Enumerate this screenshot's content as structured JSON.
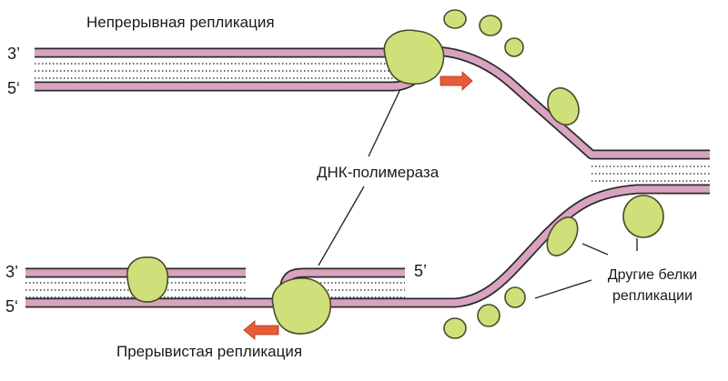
{
  "labels": {
    "continuous": "Непрерывная репликация",
    "discontinuous": "Прерывистая репликация",
    "polymerase": "ДНК-полимераза",
    "other_proteins_line1": "Другие белки",
    "other_proteins_line2": "репликации"
  },
  "ends": {
    "top_3": "3’",
    "top_5": "5‘",
    "bottom_3": "3’",
    "bottom_5": "5‘",
    "fragment_5": "5’"
  },
  "colors": {
    "strand": "#d9a3c0",
    "protein": "#cfe07a",
    "arrow": "#e85b3a"
  }
}
